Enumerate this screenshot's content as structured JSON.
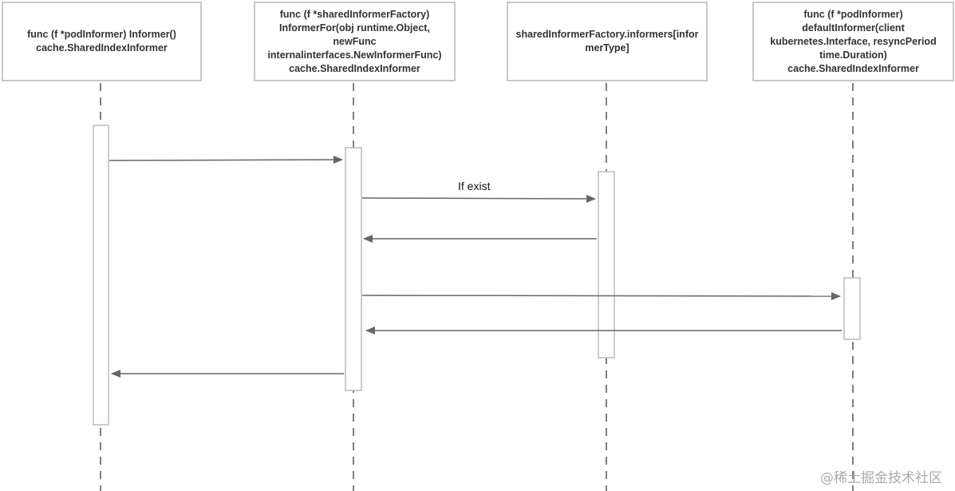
{
  "participants": [
    {
      "label": "func (f *podInformer) Informer()\ncache.SharedIndexInformer"
    },
    {
      "label": "func (f *sharedInformerFactory)\nInformerFor(obj runtime.Object,\nnewFunc\ninternalinterfaces.NewInformerFunc)\ncache.SharedIndexInformer"
    },
    {
      "label": "sharedInformerFactory.informers[informerType]"
    },
    {
      "label": "func (f *podInformer)\ndefaultInformer(client\nkubernetes.Interface, resyncPeriod\ntime.Duration)\ncache.SharedIndexInformer"
    }
  ],
  "messages": [
    {
      "from": 0,
      "to": 1,
      "label": ""
    },
    {
      "from": 1,
      "to": 2,
      "label": "If exist"
    },
    {
      "from": 2,
      "to": 1,
      "label": ""
    },
    {
      "from": 1,
      "to": 3,
      "label": ""
    },
    {
      "from": 3,
      "to": 1,
      "label": ""
    },
    {
      "from": 1,
      "to": 0,
      "label": ""
    }
  ],
  "watermark": "@稀土掘金技术社区"
}
